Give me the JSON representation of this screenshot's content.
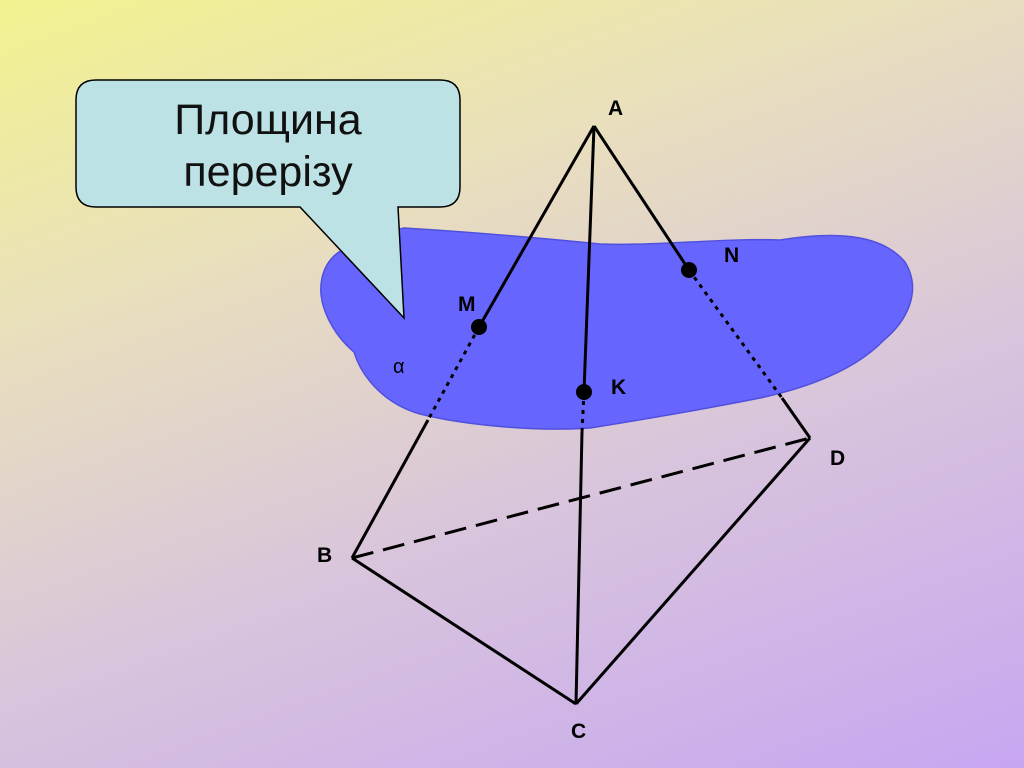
{
  "callout": {
    "lines": [
      "Площина",
      "перерізу"
    ],
    "fill": "#bde2e5"
  },
  "plane": {
    "label": "α",
    "fill": "#6666ff"
  },
  "vertices": {
    "A": "A",
    "B": "B",
    "C": "C",
    "D": "D"
  },
  "section_points": {
    "M": "M",
    "N": "N",
    "K": "K"
  },
  "colors": {
    "lines": "#000000",
    "points": "#000000"
  }
}
